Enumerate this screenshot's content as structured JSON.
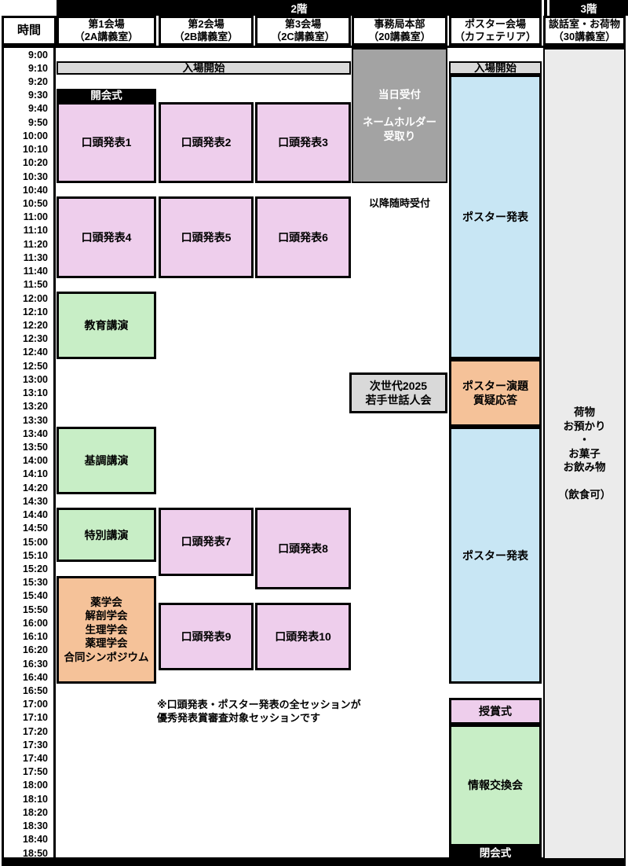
{
  "floor_bar": {
    "floor2": "2階",
    "floor3": "3階"
  },
  "header": {
    "time_label": "時間",
    "venues": [
      {
        "id": "venue-1",
        "name": "第1会場",
        "room": "（2A講義室）"
      },
      {
        "id": "venue-2",
        "name": "第2会場",
        "room": "（2B講義室）"
      },
      {
        "id": "venue-3",
        "name": "第3会場",
        "room": "（2C講義室）"
      },
      {
        "id": "office",
        "name": "事務局本部",
        "room": "（20講義室）"
      },
      {
        "id": "poster",
        "name": "ポスター会場",
        "room": "（カフェテリア）"
      },
      {
        "id": "lounge",
        "name": "談話室・お荷物",
        "room": "（30講義室）"
      }
    ]
  },
  "time_axis": {
    "interval_minutes": 10,
    "labels": [
      "9:00",
      "9:10",
      "9:20",
      "9:30",
      "9:40",
      "9:50",
      "10:00",
      "10:10",
      "10:20",
      "10:30",
      "10:40",
      "10:50",
      "11:00",
      "11:10",
      "11:20",
      "11:30",
      "11:40",
      "11:50",
      "12:00",
      "12:10",
      "12:20",
      "12:30",
      "12:40",
      "12:50",
      "13:00",
      "13:10",
      "13:20",
      "13:30",
      "13:40",
      "13:50",
      "14:00",
      "14:10",
      "14:20",
      "14:30",
      "14:40",
      "14:50",
      "15:00",
      "15:10",
      "15:20",
      "15:30",
      "15:40",
      "15:50",
      "16:00",
      "16:10",
      "16:20",
      "16:30",
      "16:40",
      "16:50",
      "17:00",
      "17:10",
      "17:20",
      "17:30",
      "17:40",
      "17:50",
      "18:00",
      "18:10",
      "18:20",
      "18:30",
      "18:40",
      "18:50"
    ]
  },
  "sessions": [
    {
      "id": "entry-open-main",
      "label": "入場開始",
      "column": "venue-1-3",
      "start": "9:10",
      "end": "9:20",
      "style": "gray-bar"
    },
    {
      "id": "opening-ceremony",
      "label": "開会式",
      "column": "venue-1",
      "start": "9:30",
      "end": "9:40",
      "style": "black-bar"
    },
    {
      "id": "oral-presentation-1",
      "label": "口頭発表1",
      "column": "venue-1",
      "start": "9:40",
      "end": "10:40",
      "style": "pink"
    },
    {
      "id": "oral-presentation-2",
      "label": "口頭発表2",
      "column": "venue-2",
      "start": "9:40",
      "end": "10:40",
      "style": "pink"
    },
    {
      "id": "oral-presentation-3",
      "label": "口頭発表3",
      "column": "venue-3",
      "start": "9:40",
      "end": "10:40",
      "style": "pink"
    },
    {
      "id": "oral-presentation-4",
      "label": "口頭発表4",
      "column": "venue-1",
      "start": "10:50",
      "end": "11:50",
      "style": "pink"
    },
    {
      "id": "oral-presentation-5",
      "label": "口頭発表5",
      "column": "venue-2",
      "start": "10:50",
      "end": "11:50",
      "style": "pink"
    },
    {
      "id": "oral-presentation-6",
      "label": "口頭発表6",
      "column": "venue-3",
      "start": "10:50",
      "end": "11:50",
      "style": "pink"
    },
    {
      "id": "educational-lecture",
      "label": "教育講演",
      "column": "venue-1",
      "start": "12:00",
      "end": "12:50",
      "style": "green"
    },
    {
      "id": "keynote-lecture",
      "label": "基調講演",
      "column": "venue-1",
      "start": "13:40",
      "end": "14:30",
      "style": "green"
    },
    {
      "id": "special-lecture",
      "label": "特別講演",
      "column": "venue-1",
      "start": "14:40",
      "end": "15:20",
      "style": "green"
    },
    {
      "id": "joint-symposium",
      "lines": [
        "薬学会",
        "解剖学会",
        "生理学会",
        "薬理学会",
        "合同シンポジウム"
      ],
      "column": "venue-1",
      "start": "15:30",
      "end": "16:50",
      "style": "orange-small"
    },
    {
      "id": "oral-presentation-7",
      "label": "口頭発表7",
      "column": "venue-2",
      "start": "14:40",
      "end": "15:30",
      "style": "pink"
    },
    {
      "id": "oral-presentation-8",
      "label": "口頭発表8",
      "column": "venue-3",
      "start": "14:40",
      "end": "15:40",
      "style": "pink"
    },
    {
      "id": "oral-presentation-9",
      "label": "口頭発表9",
      "column": "venue-2",
      "start": "15:50",
      "end": "16:40",
      "style": "pink"
    },
    {
      "id": "oral-presentation-10",
      "label": "口頭発表10",
      "column": "venue-3",
      "start": "15:50",
      "end": "16:40",
      "style": "pink"
    },
    {
      "id": "same-day-reception",
      "lines": [
        "当日受付",
        "・",
        "ネームホルダー",
        "受取り"
      ],
      "column": "office",
      "start": "9:00",
      "end": "10:40",
      "style": "gray-dark"
    },
    {
      "id": "reception-anytime",
      "label": "以降随時受付",
      "column": "office",
      "start": "10:50",
      "end": "11:00",
      "style": "text-only"
    },
    {
      "id": "next-gen-meeting",
      "lines": [
        "次世代2025",
        "若手世話人会"
      ],
      "column": "office-wide",
      "start": "13:00",
      "end": "13:30",
      "style": "gray-box"
    },
    {
      "id": "entry-open-poster",
      "label": "入場開始",
      "column": "poster",
      "start": "9:10",
      "end": "9:20",
      "style": "gray-bar"
    },
    {
      "id": "poster-session-1",
      "label": "ポスター発表",
      "column": "poster",
      "start": "9:20",
      "end": "12:50",
      "style": "blue"
    },
    {
      "id": "poster-qa",
      "lines": [
        "ポスター演題",
        "質疑応答"
      ],
      "column": "poster",
      "start": "12:50",
      "end": "13:40",
      "style": "orange"
    },
    {
      "id": "poster-session-2",
      "label": "ポスター発表",
      "column": "poster",
      "start": "13:40",
      "end": "16:50",
      "style": "blue"
    },
    {
      "id": "award-ceremony",
      "label": "授賞式",
      "column": "poster",
      "start": "17:00",
      "end": "17:20",
      "style": "pink"
    },
    {
      "id": "networking-session",
      "label": "情報交換会",
      "column": "poster",
      "start": "17:20",
      "end": "18:50",
      "style": "green"
    },
    {
      "id": "closing-ceremony",
      "label": "閉会式",
      "column": "poster",
      "start": "18:50",
      "end": "19:00",
      "style": "black-bar"
    },
    {
      "id": "luggage-room",
      "lines": [
        "荷物",
        "お預かり",
        "・",
        "お菓子",
        "お飲み物",
        "",
        "（飲食可）"
      ],
      "column": "lounge",
      "start": "9:00",
      "end": "19:00",
      "style": "lounge"
    }
  ],
  "note": {
    "lines": [
      "※口頭発表・ポスター発表の全セッションが",
      "優秀発表賞審査対象セッションです"
    ]
  },
  "palette": {
    "pink": "#eeceec",
    "green": "#c8eec6",
    "orange": "#f5c299",
    "blue": "#c8e6f4",
    "gray_dark": "#a3a3a3",
    "gray_light": "#d9d9d9",
    "lounge_bg": "#ebebeb",
    "black": "#000000"
  }
}
